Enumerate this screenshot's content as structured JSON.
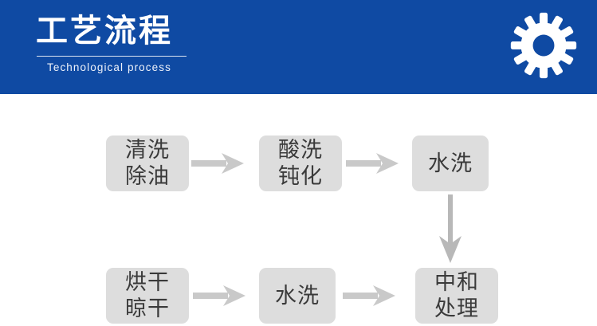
{
  "header": {
    "title_cn": "工艺流程",
    "title_en": "Technological process",
    "icon": "gear-icon",
    "background_color": "#0f4aa3",
    "text_color": "#ffffff"
  },
  "flow": {
    "node_fill_color": "#dddddd",
    "node_text_color": "#3a3a3a",
    "arrow_color": "#c9c9c9",
    "background_color": "#ffffff",
    "nodes": [
      {
        "id": "cleaning-degreasing",
        "label": "清洗\n除油",
        "row": 1,
        "col": 1
      },
      {
        "id": "pickling-passivation",
        "label": "酸洗\n钝化",
        "row": 1,
        "col": 2
      },
      {
        "id": "water-wash-1",
        "label": "水洗",
        "row": 1,
        "col": 3
      },
      {
        "id": "drying-air-drying",
        "label": "烘干\n晾干",
        "row": 2,
        "col": 1
      },
      {
        "id": "water-wash-2",
        "label": "水洗",
        "row": 2,
        "col": 2
      },
      {
        "id": "neutralization-treatment",
        "label": "中和\n处理",
        "row": 2,
        "col": 3
      }
    ],
    "connectors": [
      {
        "id": "arrow-right-1",
        "from": "cleaning-degreasing",
        "to": "pickling-passivation",
        "direction": "right"
      },
      {
        "id": "arrow-right-2",
        "from": "pickling-passivation",
        "to": "water-wash-1",
        "direction": "right"
      },
      {
        "id": "arrow-down-1",
        "from": "water-wash-1",
        "to": "neutralization-treatment",
        "direction": "down"
      },
      {
        "id": "arrow-right-3",
        "from": "neutralization-treatment",
        "to": "water-wash-2",
        "direction": "right"
      },
      {
        "id": "arrow-right-4",
        "from": "water-wash-2",
        "to": "drying-air-drying",
        "direction": "right"
      }
    ]
  }
}
